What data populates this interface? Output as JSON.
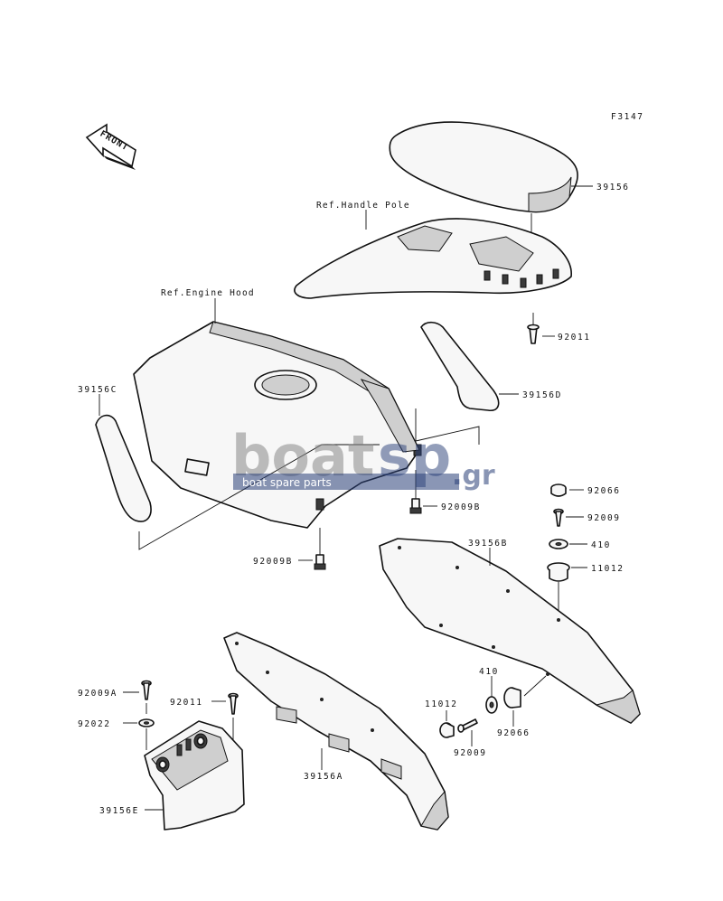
{
  "figure_code": "F3147",
  "front_marker": "FRONT",
  "references": {
    "handle_pole": "Ref.Handle Pole",
    "engine_hood": "Ref.Engine Hood"
  },
  "callouts": [
    {
      "id": "39156",
      "label": "39156"
    },
    {
      "id": "92011-top",
      "label": "92011"
    },
    {
      "id": "39156D",
      "label": "39156D"
    },
    {
      "id": "39156C",
      "label": "39156C"
    },
    {
      "id": "92009B-right",
      "label": "92009B"
    },
    {
      "id": "92009B-left",
      "label": "92009B"
    },
    {
      "id": "92066-top",
      "label": "92066"
    },
    {
      "id": "92009-top",
      "label": "92009"
    },
    {
      "id": "410-top",
      "label": "410"
    },
    {
      "id": "11012-top",
      "label": "11012"
    },
    {
      "id": "39156B",
      "label": "39156B"
    },
    {
      "id": "410-bottom",
      "label": "410"
    },
    {
      "id": "92066-bottom",
      "label": "92066"
    },
    {
      "id": "11012-bottom",
      "label": "11012"
    },
    {
      "id": "92009-bottom",
      "label": "92009"
    },
    {
      "id": "92009A",
      "label": "92009A"
    },
    {
      "id": "92011-bottom",
      "label": "92011"
    },
    {
      "id": "92022",
      "label": "92022"
    },
    {
      "id": "39156A",
      "label": "39156A"
    },
    {
      "id": "39156E",
      "label": "39156E"
    }
  ],
  "watermark": {
    "brand_a": "boat",
    "brand_b": "sp",
    "tld": ".gr",
    "tagline": "boat spare parts",
    "color_grey": "#8a8a8a",
    "color_blue": "#2a3f78"
  }
}
